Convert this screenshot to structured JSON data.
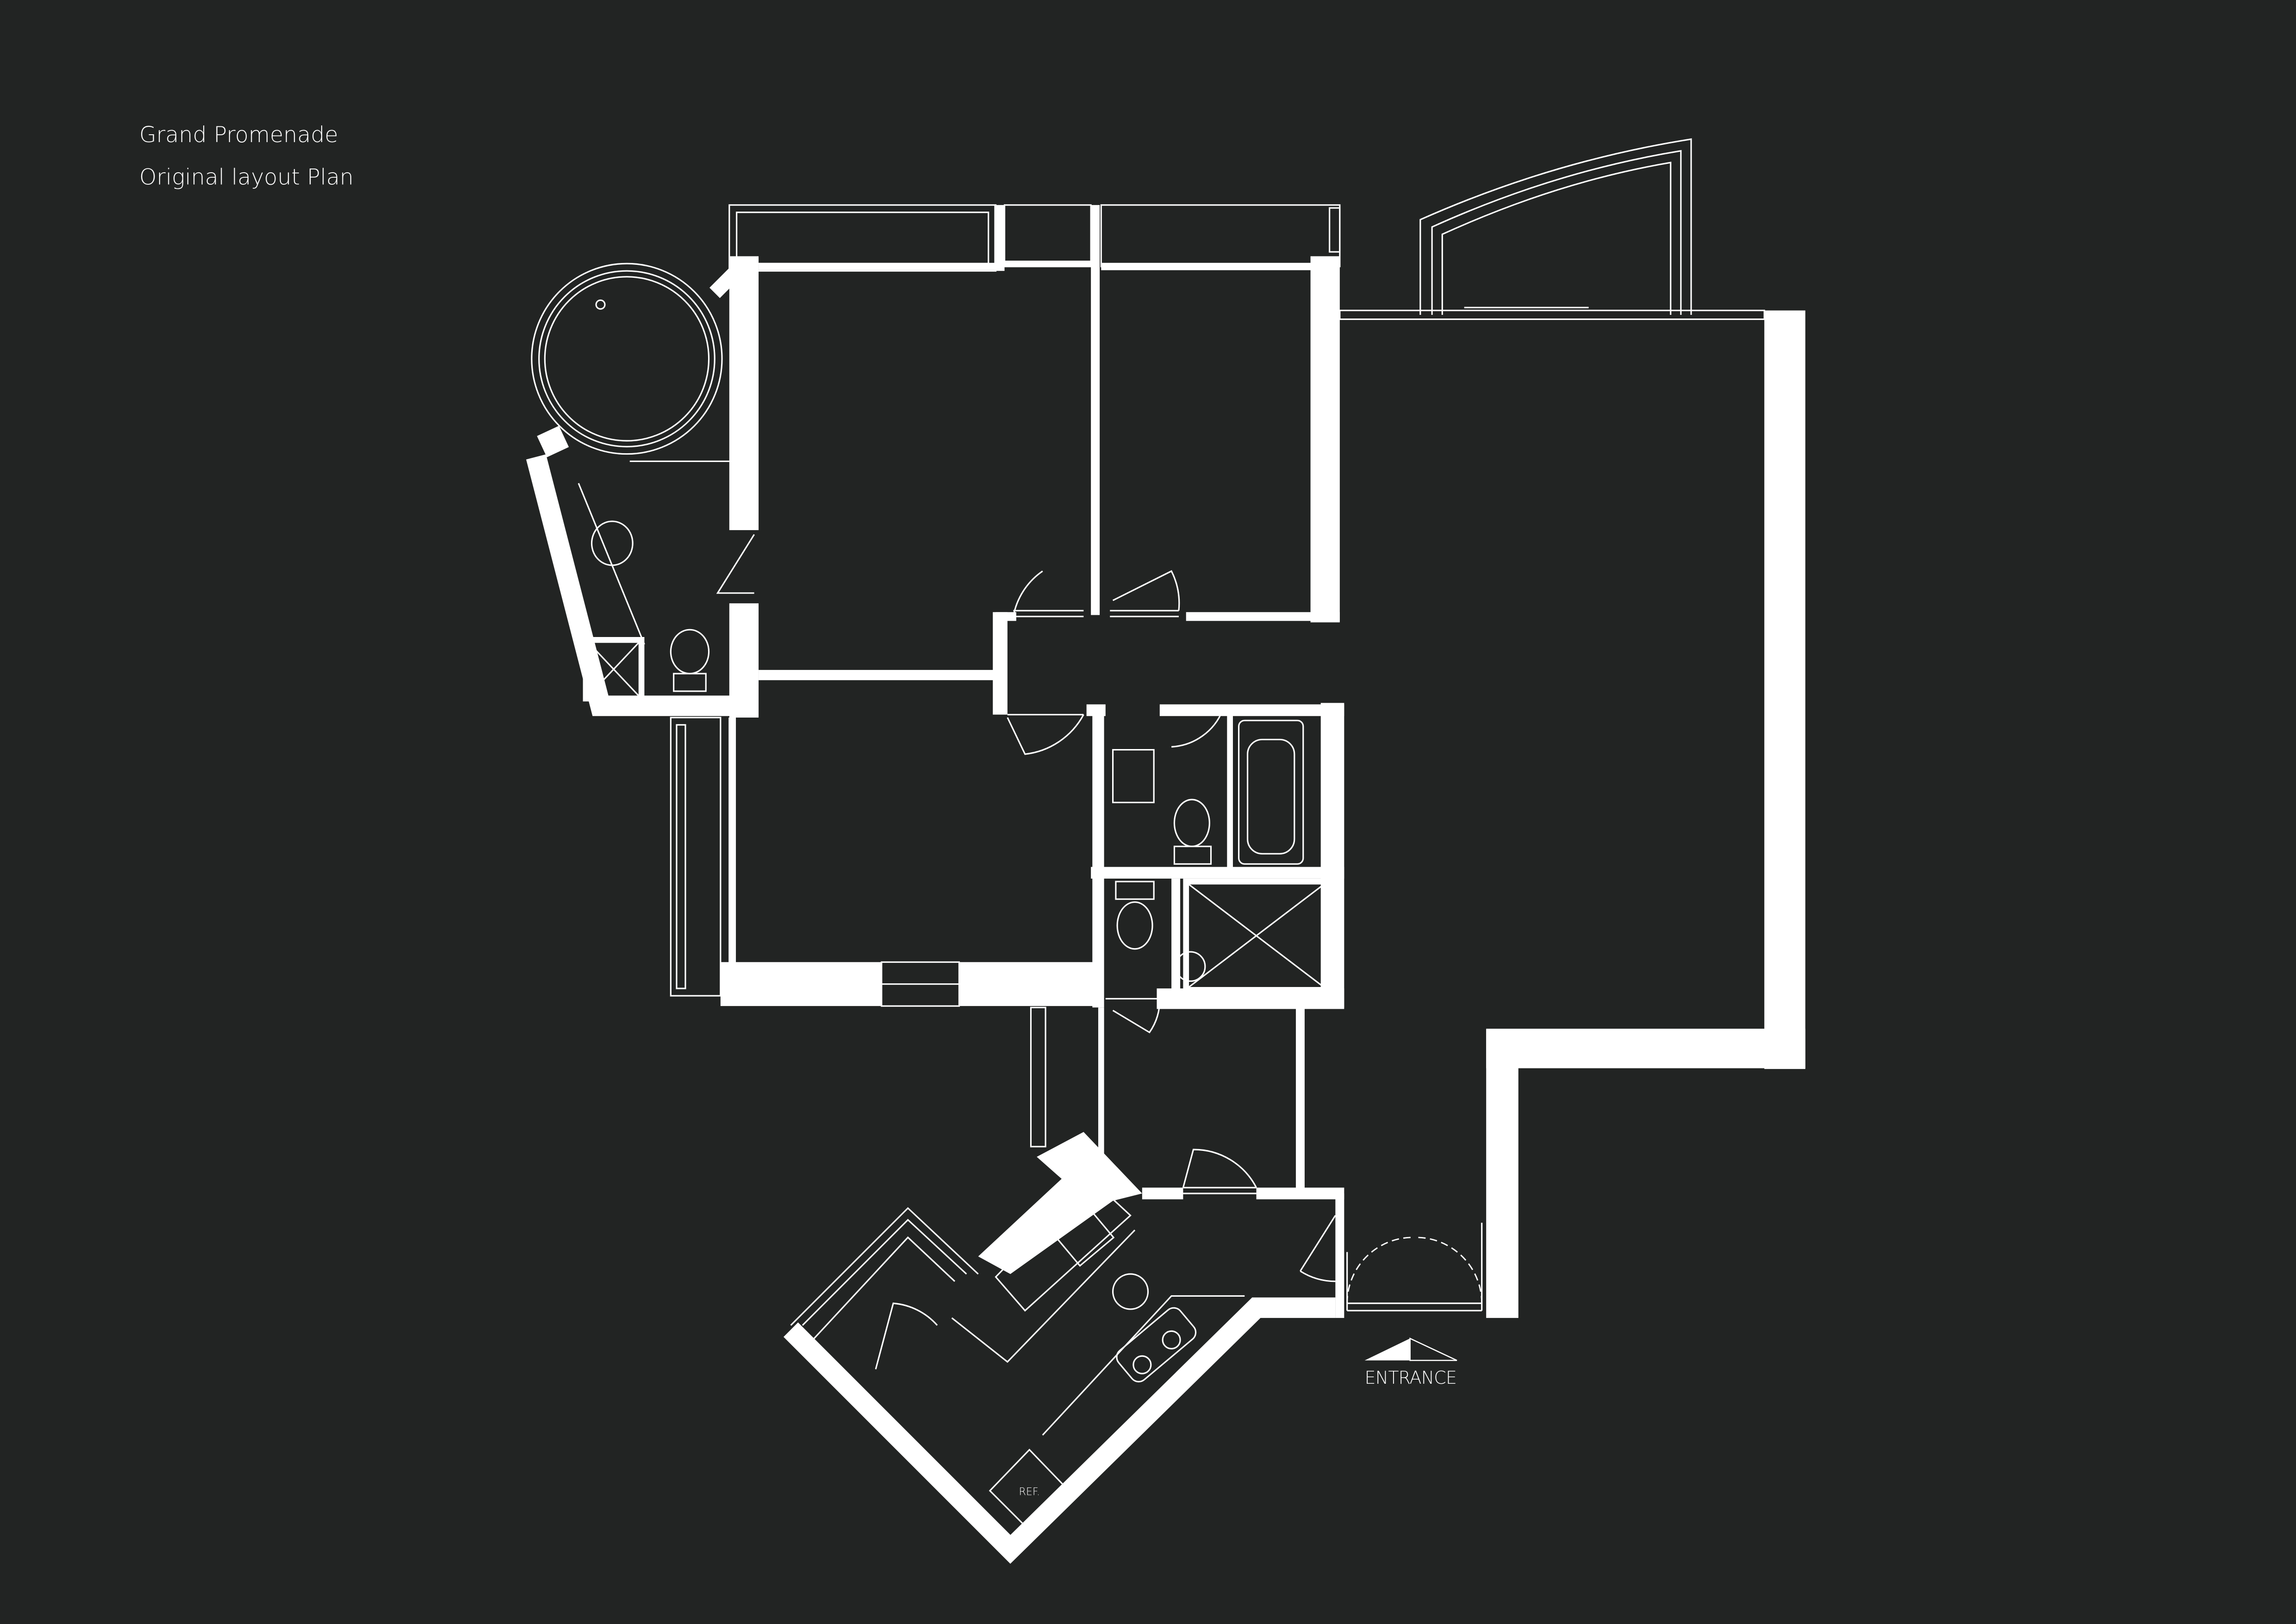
{
  "header": {
    "project_name": "Grand Promenade",
    "plan_title": "Original layout Plan"
  },
  "plan": {
    "entrance_label": "ENTRANCE",
    "refrigerator_label": "REF."
  },
  "colors": {
    "background": "#222423",
    "linework": "#ffffff"
  }
}
